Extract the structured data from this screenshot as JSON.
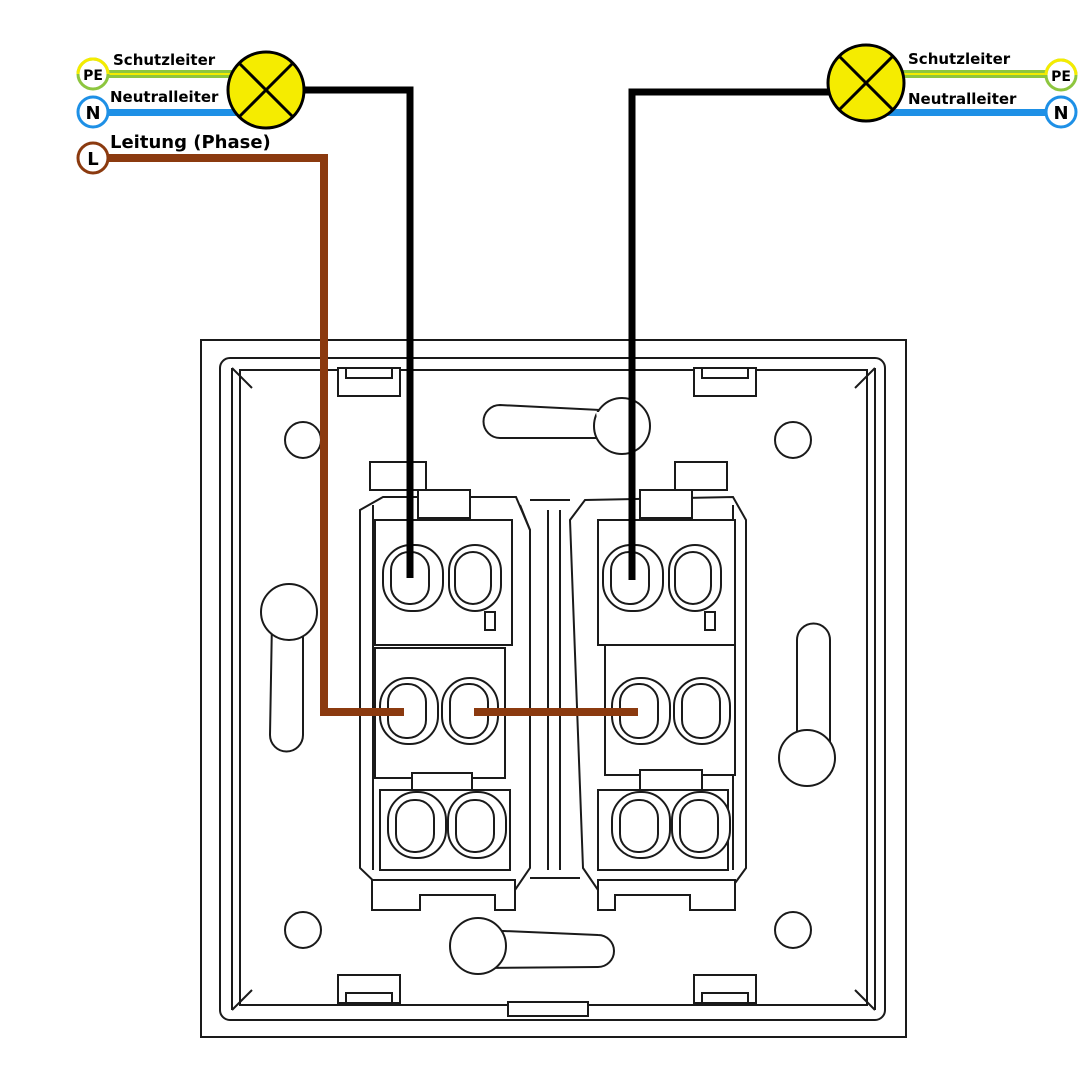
{
  "labels": {
    "left_pe_wire": "Schutzleiter",
    "left_n_wire": "Neutralleiter",
    "phase_wire": "Leitung (Phase)",
    "right_pe_wire": "Schutzleiter",
    "right_n_wire": "Neutralleiter"
  },
  "terminals": {
    "pe": "PE",
    "n": "N",
    "l": "L"
  },
  "colors": {
    "protective_earth": "#8dc63f",
    "protective_earth_stripe": "#f5ec00",
    "neutral": "#1e90e6",
    "phase": "#8b3a0f",
    "switched_live": "#000000",
    "lamp": "#f5ec00"
  },
  "icons": {
    "lamp": "lamp-symbol-icon",
    "switch": "double-switch-back-icon"
  }
}
